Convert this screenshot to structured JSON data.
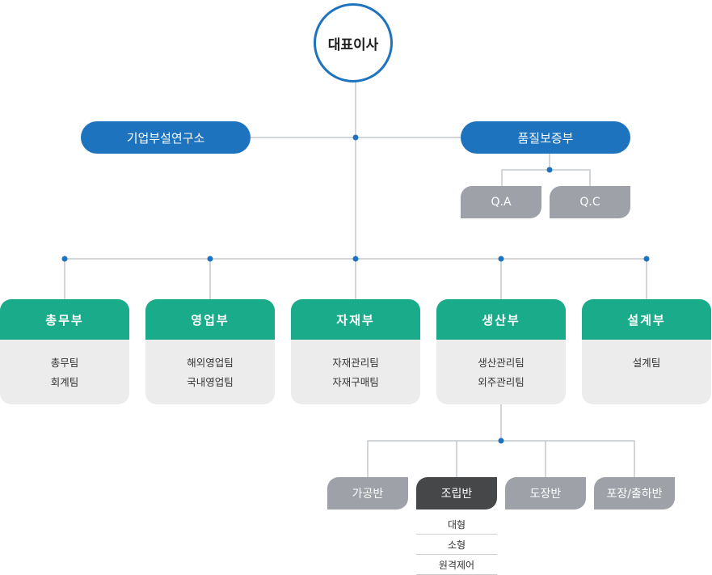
{
  "ceo": "대표이사",
  "lab": "기업부설연구소",
  "qa_dept": {
    "label": "품질보증부",
    "teams": [
      "Q.A",
      "Q.C"
    ]
  },
  "departments": [
    {
      "name": "총무부",
      "teams": [
        "총무팀",
        "회계팀"
      ]
    },
    {
      "name": "영업부",
      "teams": [
        "해외영업팀",
        "국내영업팀"
      ]
    },
    {
      "name": "자재부",
      "teams": [
        "자재관리팀",
        "자재구매팀"
      ]
    },
    {
      "name": "생산부",
      "teams": [
        "생산관리팀",
        "외주관리팀"
      ]
    },
    {
      "name": "설계부",
      "teams": [
        "설계팀"
      ]
    }
  ],
  "production_units": [
    "가공반",
    "조립반",
    "도장반",
    "포장/출하반"
  ],
  "assembly_subunits": [
    "대형",
    "소형",
    "원격제어"
  ],
  "colors": {
    "primary_blue": "#1e73be",
    "dept_green": "#1aab8a",
    "unit_gray": "#9ea2a8",
    "unit_dark": "#454749",
    "team_bg": "#ececec"
  }
}
